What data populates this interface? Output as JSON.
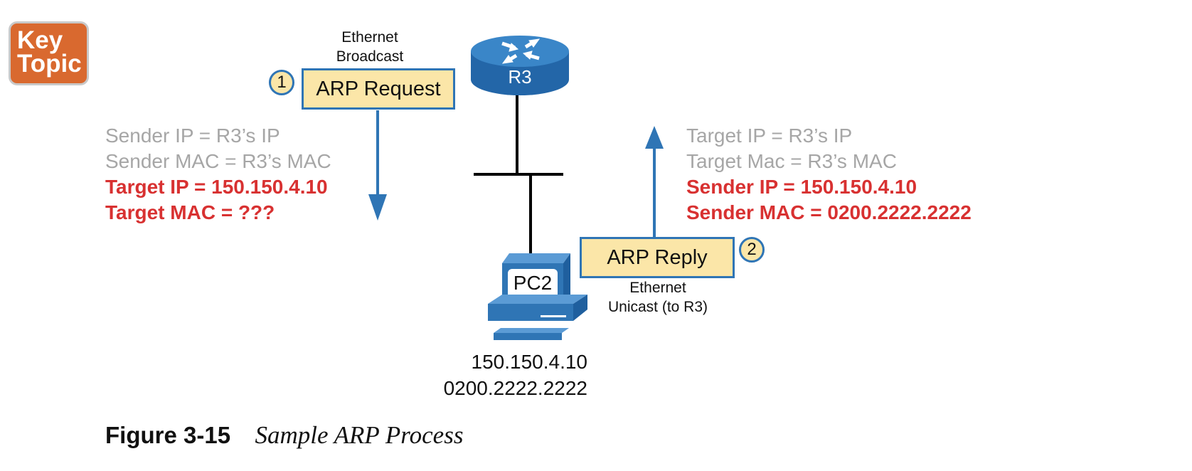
{
  "key_topic": {
    "line1": "Key",
    "line2": "Topic"
  },
  "router": {
    "label": "R3"
  },
  "pc": {
    "label": "PC2",
    "ip": "150.150.4.10",
    "mac": "0200.2222.2222"
  },
  "request": {
    "step": "1",
    "label": "ARP Request",
    "frame_line1": "Ethernet",
    "frame_line2": "Broadcast",
    "fields": [
      {
        "text": "Sender IP = R3’s IP",
        "style": "gray"
      },
      {
        "text": "Sender MAC = R3’s MAC",
        "style": "gray"
      },
      {
        "text": "Target IP = 150.150.4.10",
        "style": "red"
      },
      {
        "text": "Target MAC = ???",
        "style": "red"
      }
    ]
  },
  "reply": {
    "step": "2",
    "label": "ARP Reply",
    "frame_line1": "Ethernet",
    "frame_line2": "Unicast (to R3)",
    "fields": [
      {
        "text": "Target IP = R3’s IP",
        "style": "gray"
      },
      {
        "text": "Target Mac = R3’s MAC",
        "style": "gray"
      },
      {
        "text": "Sender IP = 150.150.4.10",
        "style": "red"
      },
      {
        "text": "Sender MAC = 0200.2222.2222",
        "style": "red"
      }
    ]
  },
  "caption": {
    "label": "Figure 3-15",
    "title": "Sample ARP Process"
  },
  "colors": {
    "accent_blue": "#2f75b5",
    "alert_red": "#d83131",
    "muted_gray": "#a6a6a6",
    "box_fill": "#fbe6a8",
    "key_orange": "#d9692f"
  }
}
